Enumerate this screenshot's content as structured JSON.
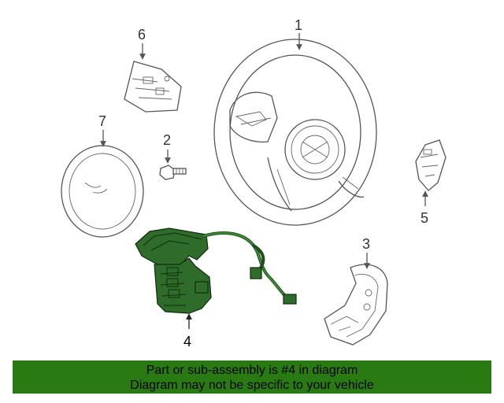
{
  "callouts": {
    "c1": "1",
    "c2": "2",
    "c3": "3",
    "c4": "4",
    "c5": "5",
    "c6": "6",
    "c7": "7"
  },
  "banner": {
    "line1": "Part or sub-assembly is #4 in diagram",
    "line2": "Diagram may not be specific to your vehicle"
  },
  "colors": {
    "highlight": "#2f6b2a",
    "banner": "#2a7a13"
  }
}
